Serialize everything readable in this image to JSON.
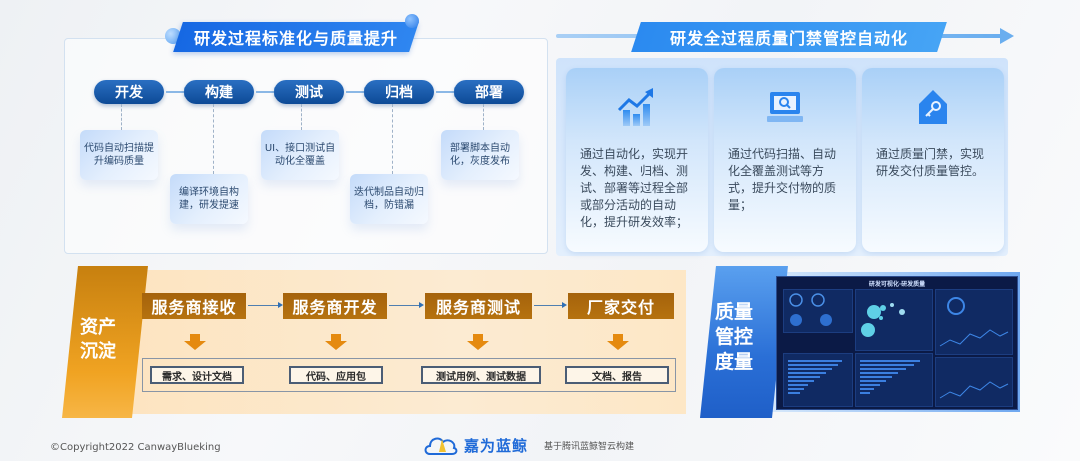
{
  "left_top": {
    "title": "研发过程标准化与质量提升",
    "steps": [
      {
        "label": "开发",
        "note": "代码自动扫描提升编码质量"
      },
      {
        "label": "构建",
        "note": "编译环境自构建，研发提速"
      },
      {
        "label": "测试",
        "note": "UI、接口测试自动化全覆盖"
      },
      {
        "label": "归档",
        "note": "迭代制品自动归档，防错漏"
      },
      {
        "label": "部署",
        "note": "部署脚本自动化，灰度发布"
      }
    ]
  },
  "right_top": {
    "title": "研发全过程质量门禁管控自动化",
    "cards": [
      {
        "icon": "trend-chart-icon",
        "text": "通过自动化，实现开发、构建、归档、测试、部署等过程全部或部分活动的自动化，提升研发效率；"
      },
      {
        "icon": "code-scan-monitor-icon",
        "text": "通过代码扫描、自动化全覆盖测试等方式，提升交付物的质量；"
      },
      {
        "icon": "quality-gate-key-icon",
        "text": "通过质量门禁，实现研发交付质量管控。"
      }
    ]
  },
  "assets": {
    "tab_label_line1": "资产",
    "tab_label_line2": "沉淀",
    "stages": [
      {
        "label": "服务商接收",
        "output": "需求、设计文档"
      },
      {
        "label": "服务商开发",
        "output": "代码、应用包"
      },
      {
        "label": "服务商测试",
        "output": "测试用例、测试数据"
      },
      {
        "label": "厂家交付",
        "output": "文档、报告"
      }
    ]
  },
  "quality": {
    "tab_label_line1": "质量",
    "tab_label_line2": "管控",
    "tab_label_line3": "度量",
    "dashboard_title": "研发可视化·研发质量"
  },
  "footer": {
    "copyright": "©Copyright2022 CanwayBlueking",
    "brand_name": "嘉为蓝鲸",
    "brand_sub": "基于腾讯蓝鲸智云构建"
  },
  "colors": {
    "primary_blue": "#1668e3",
    "step_blue": "#0d4a96",
    "stage_brown": "#a5630c",
    "tab_orange": "#f0a322",
    "dashboard_bg": "#0b1a46"
  }
}
